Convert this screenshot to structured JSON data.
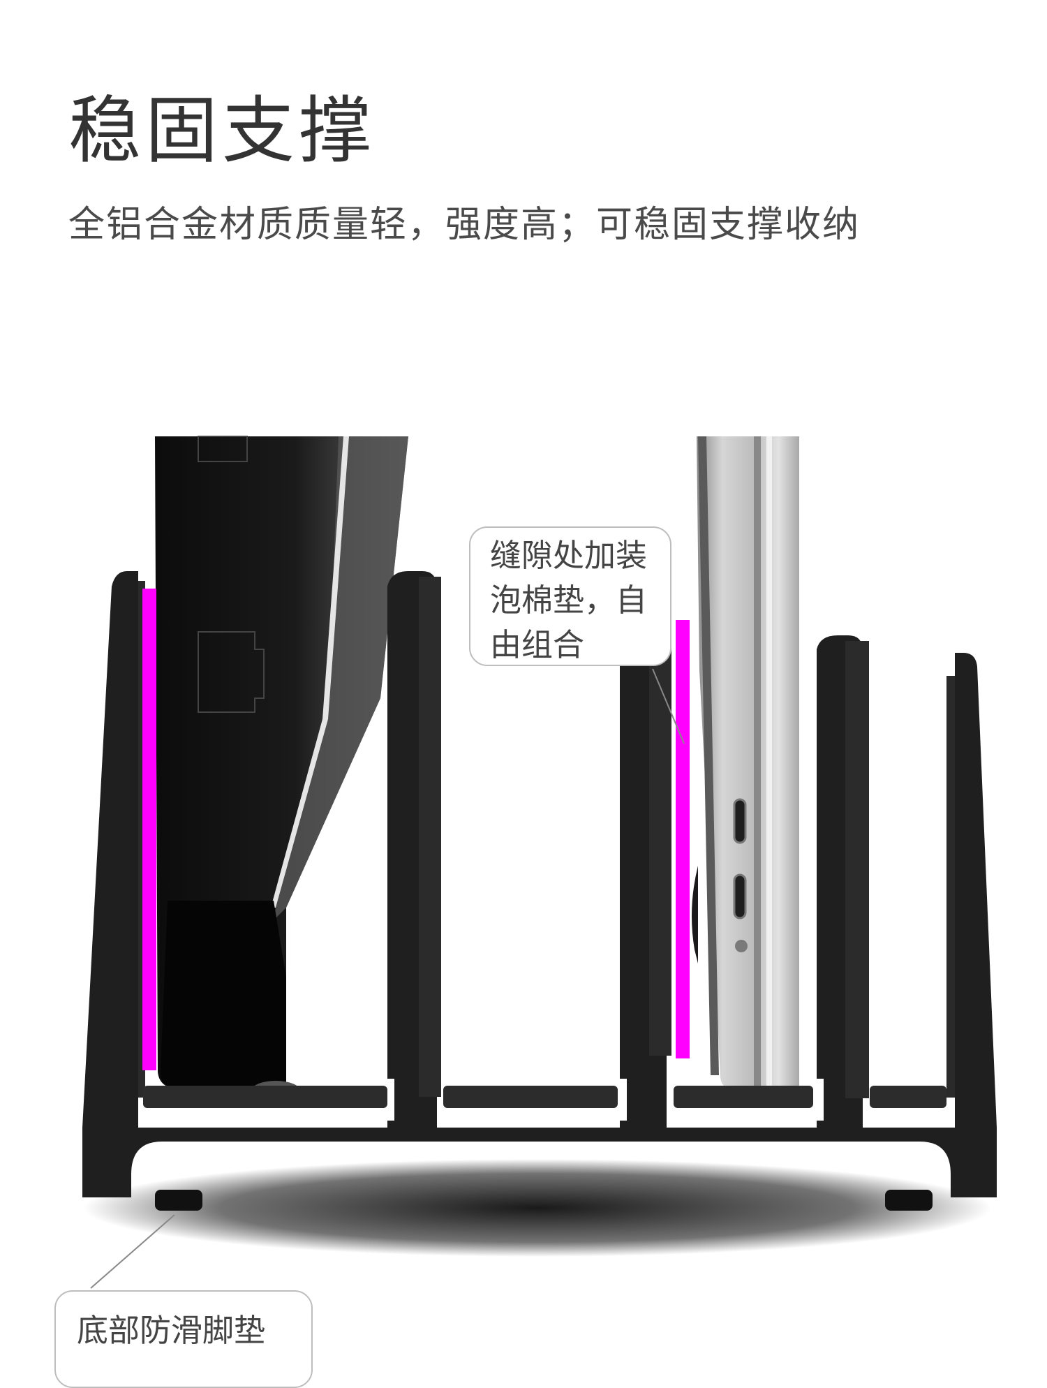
{
  "headline": "稳固支撑",
  "subline": "全铝合金材质质量轻，强度高；可稳固支撑收纳",
  "callouts": {
    "gap_foam": {
      "lines": [
        "缝隙处加装",
        "泡棉垫，自",
        "由组合"
      ]
    },
    "anti_slip_feet": {
      "text": "底部防滑脚垫"
    }
  },
  "colors": {
    "foam_pad": "#ff00ff",
    "stand": "#1f1f1f",
    "laptop_silver": "#c9c9c9"
  }
}
